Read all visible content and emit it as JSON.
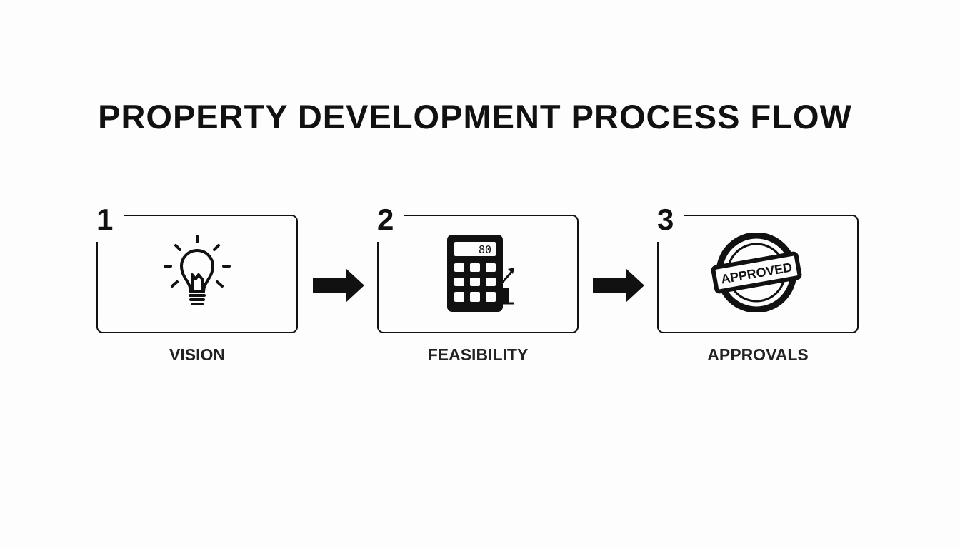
{
  "title": "PROPERTY DEVELOPMENT PROCESS FLOW",
  "steps": [
    {
      "number": "1",
      "label": "VISION",
      "icon": "lightbulb-icon"
    },
    {
      "number": "2",
      "label": "FEASIBILITY",
      "icon": "calculator-icon",
      "display_value": "80"
    },
    {
      "number": "3",
      "label": "APPROVALS",
      "icon": "approved-stamp-icon",
      "stamp_text": "APPROVED"
    }
  ],
  "connectors": [
    "arrow-right-icon",
    "arrow-right-icon"
  ],
  "colors": {
    "ink": "#111111",
    "background": "#fdfdfd"
  }
}
